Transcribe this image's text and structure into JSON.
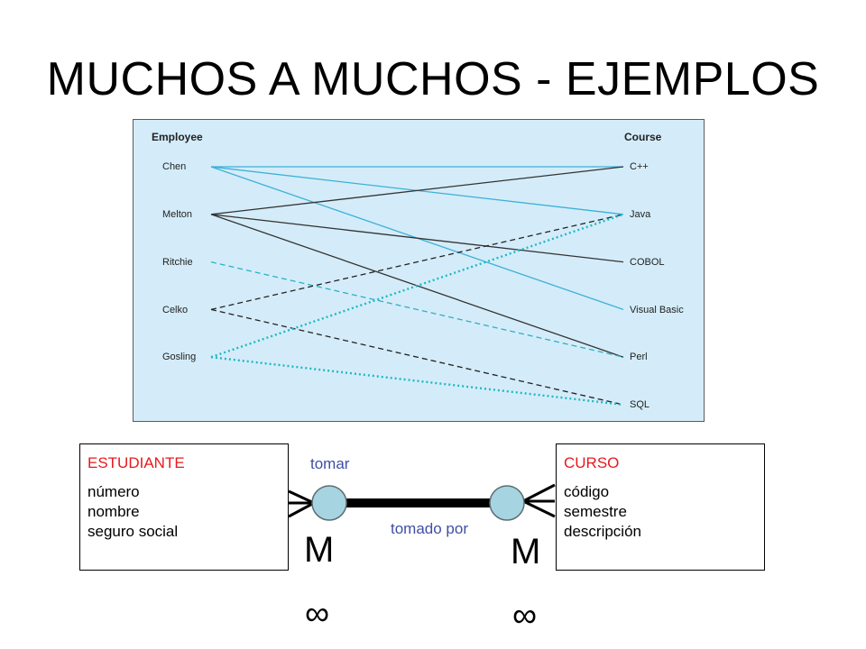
{
  "title": "MUCHOS A MUCHOS - EJEMPLOS",
  "diagram": {
    "employee_header": "Employee",
    "course_header": "Course",
    "employees": [
      "Chen",
      "Melton",
      "Ritchie",
      "Celko",
      "Gosling"
    ],
    "courses": [
      "C++",
      "Java",
      "COBOL",
      "Visual Basic",
      "Perl",
      "SQL"
    ],
    "links": [
      {
        "from": "Chen",
        "to": "C++",
        "style": "solid",
        "color": "#3cb0d8"
      },
      {
        "from": "Chen",
        "to": "Java",
        "style": "solid",
        "color": "#3cb0d8"
      },
      {
        "from": "Chen",
        "to": "Visual Basic",
        "style": "solid",
        "color": "#3cb0d8"
      },
      {
        "from": "Melton",
        "to": "C++",
        "style": "solid",
        "color": "#333333"
      },
      {
        "from": "Melton",
        "to": "COBOL",
        "style": "solid",
        "color": "#333333"
      },
      {
        "from": "Melton",
        "to": "Perl",
        "style": "solid",
        "color": "#333333"
      },
      {
        "from": "Ritchie",
        "to": "Perl",
        "style": "dashed",
        "color": "#2ab0c8"
      },
      {
        "from": "Celko",
        "to": "Java",
        "style": "dashed",
        "color": "#222222"
      },
      {
        "from": "Celko",
        "to": "SQL",
        "style": "dashed",
        "color": "#222222"
      },
      {
        "from": "Gosling",
        "to": "Java",
        "style": "dotted",
        "color": "#1fb8c4"
      },
      {
        "from": "Gosling",
        "to": "SQL",
        "style": "dotted",
        "color": "#1fb8c4"
      }
    ]
  },
  "student": {
    "name": "ESTUDIANTE",
    "attributes": [
      "número",
      "nombre",
      "seguro social"
    ]
  },
  "course": {
    "name": "CURSO",
    "attributes": [
      "código",
      "semestre",
      "descripción"
    ]
  },
  "relationship": {
    "forward_label": "tomar",
    "reverse_label": "tomado por",
    "left_cardinality": "M",
    "right_cardinality": "M",
    "left_symbol": "∞",
    "right_symbol": "∞"
  },
  "colors": {
    "entity_name": "#e8191e",
    "relationship_label": "#3f4fa6",
    "diagram_background": "#d4ecf9",
    "connector_circle": "#a6d4e0"
  }
}
